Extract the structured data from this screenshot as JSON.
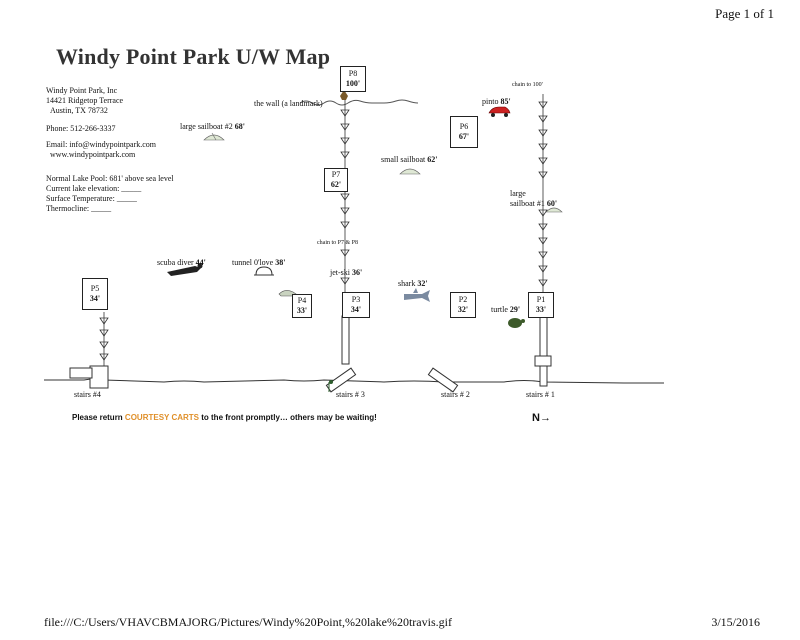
{
  "page_number": "Page 1 of 1",
  "title": "Windy Point Park U/W Map",
  "contact": {
    "org": "Windy Point Park, Inc",
    "address1": "14421 Ridgetop Terrace",
    "address2": "Austin, TX  78732",
    "phone": "Phone: 512-266-3337",
    "email": "Email:  info@windypointpark.com",
    "website": "www.windypointpark.com"
  },
  "conditions": {
    "pool": "Normal Lake Pool: 681' above sea level",
    "elevation": "Current lake elevation: _____",
    "temperature": "Surface Temperature: _____",
    "thermocline": "Thermocline: _____"
  },
  "platforms": [
    {
      "id": "P8",
      "depth": "100'"
    },
    {
      "id": "P7",
      "depth": "62'"
    },
    {
      "id": "P6",
      "depth": "67'"
    },
    {
      "id": "P5",
      "depth": "34'"
    },
    {
      "id": "P4",
      "depth": "33'"
    },
    {
      "id": "P3",
      "depth": "34'"
    },
    {
      "id": "P2",
      "depth": "32'"
    },
    {
      "id": "P1",
      "depth": "33'"
    }
  ],
  "features": {
    "wall": "the wall (a landmark)",
    "chain_100": "chain to 100'",
    "pinto_name": "pinto",
    "pinto_depth": "85'",
    "large_sailboat2_name": "large sailboat #2",
    "large_sailboat2_depth": "68'",
    "small_sailboat_name": "small sailboat",
    "small_sailboat_depth": "62'",
    "large_sailboat1_name_a": "large",
    "large_sailboat1_name_b": "sailboat #1",
    "large_sailboat1_depth": "60'",
    "chain_p7_p8": "chain to P7 & P8",
    "jetski_name": "jet-ski",
    "jetski_depth": "36'",
    "scuba_name": "scuba diver",
    "scuba_depth": "44'",
    "tunnel_name": "tunnel 0'love",
    "tunnel_depth": "38'",
    "shark_name": "shark",
    "shark_depth": "32'",
    "turtle_name": "turtle",
    "turtle_depth": "29'"
  },
  "stairs": [
    "stairs #4",
    "stairs # 3",
    "stairs # 2",
    "stairs # 1"
  ],
  "notice": {
    "before": "Please return ",
    "highlight": "COURTESY CARTS",
    "after": " to the front promptly… others may be waiting!"
  },
  "compass": "N→",
  "footer": {
    "url": "file:///C:/Users/VHAVCBMAJORG/Pictures/Windy%20Point,%20lake%20travis.gif",
    "date": "3/15/2016"
  },
  "colors": {
    "highlight": "#e0902a",
    "car": "#cc2222",
    "turtle": "#3d5a2a",
    "shark": "#7a8aa0"
  }
}
